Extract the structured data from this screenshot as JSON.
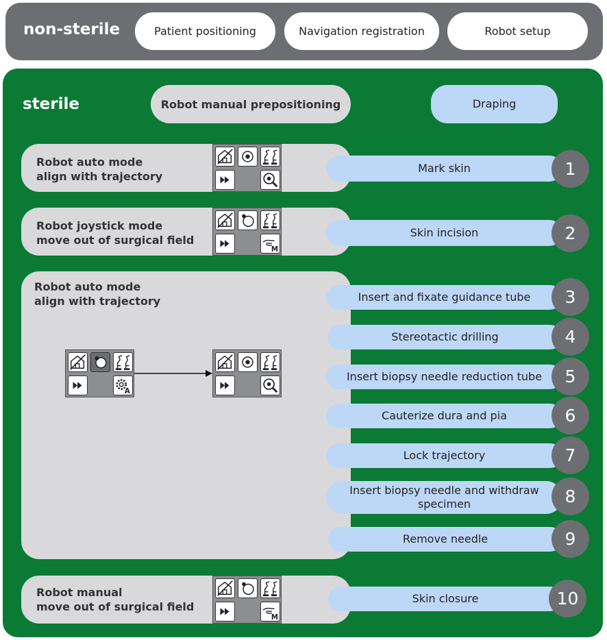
{
  "non_sterile": {
    "title": "non-sterile",
    "steps": [
      "Patient positioning",
      "Navigation registration",
      "Robot setup"
    ]
  },
  "sterile": {
    "title": "sterile",
    "top_steps": [
      "Robot manual prepositioning",
      "Draping"
    ],
    "modes": [
      "Robot auto mode\nalign with trajectory",
      "Robot joystick mode\nmove out of surgical field",
      "Robot auto mode\nalign with trajectory",
      "Robot manual\nmove out of surgical field"
    ],
    "steps": [
      {
        "label": "Mark skin",
        "num": "1"
      },
      {
        "label": "Skin incision",
        "num": "2"
      },
      {
        "label": "Insert and fixate guidance tube",
        "num": "3"
      },
      {
        "label": "Stereotactic drilling",
        "num": "4"
      },
      {
        "label": "Insert biopsy needle reduction tube",
        "num": "5"
      },
      {
        "label": "Cauterize dura and pia",
        "num": "6"
      },
      {
        "label": "Lock trajectory",
        "num": "7"
      },
      {
        "label": "Insert biopsy needle and withdraw specimen",
        "num": "8"
      },
      {
        "label": "Remove needle",
        "num": "9"
      },
      {
        "label": "Skin closure",
        "num": "10"
      }
    ]
  },
  "colors": {
    "non_sterile_bg": "#6d6e71",
    "sterile_bg": "#0a7a35",
    "step_pill": "#bdd7f7",
    "mode_panel": "#d9d9db",
    "number_badge": "#6d6e71"
  }
}
